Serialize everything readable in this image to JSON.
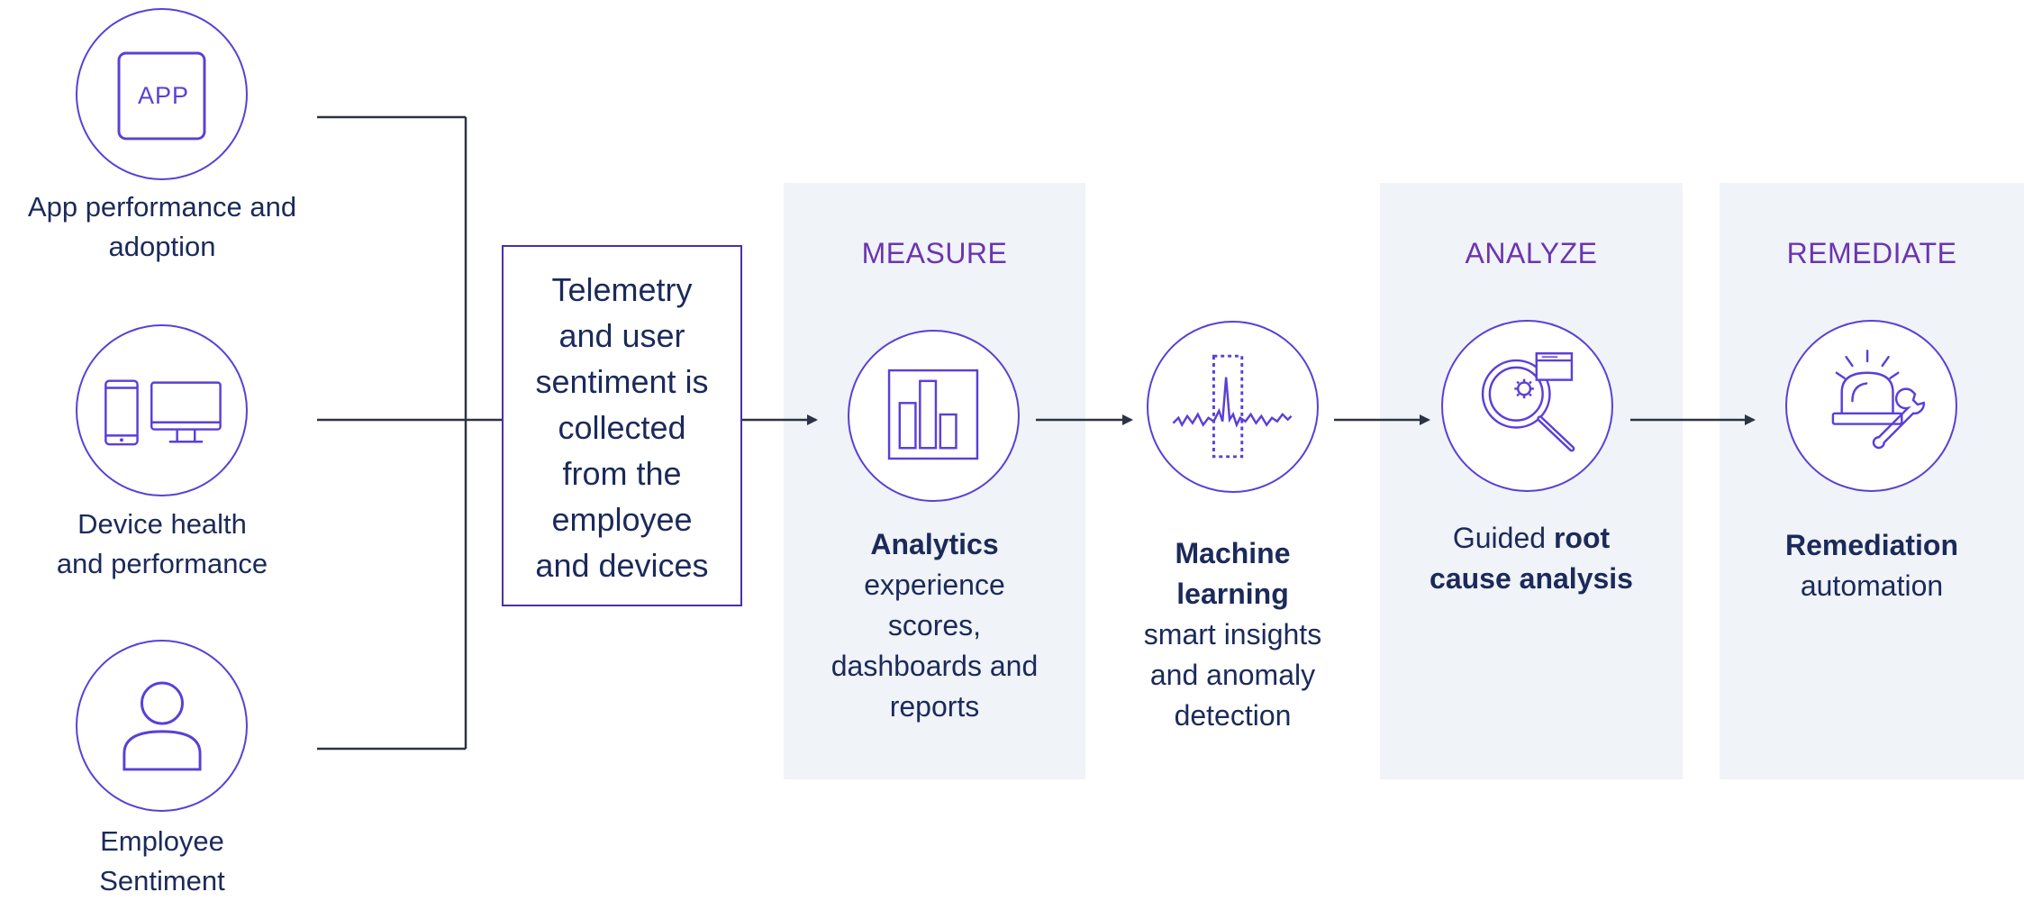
{
  "sources": [
    {
      "icon": "app-icon",
      "icon_text": "APP",
      "line1": "App performance and",
      "line2": "adoption"
    },
    {
      "icon": "devices-icon",
      "line1": "Device health",
      "line2": "and performance"
    },
    {
      "icon": "user-icon",
      "line1": "Employee",
      "line2": "Sentiment"
    }
  ],
  "telemetry": {
    "lines": [
      "Telemetry",
      "and user",
      "sentiment is",
      "collected",
      "from the",
      "employee",
      "and devices"
    ]
  },
  "stages": {
    "measure": "MEASURE",
    "analyze": "ANALYZE",
    "remediate": "REMEDIATE"
  },
  "steps": {
    "analytics": {
      "icon": "bar-chart-icon",
      "bold": "Analytics",
      "lines": [
        "experience",
        "scores,",
        "dashboards and",
        "reports"
      ]
    },
    "ml": {
      "icon": "anomaly-icon",
      "bold1": "Machine",
      "bold2": "learning",
      "lines": [
        "smart insights",
        "and anomaly",
        "detection"
      ]
    },
    "rca": {
      "icon": "magnifier-gear-icon",
      "prefix": "Guided ",
      "bold1": "root",
      "bold2": "cause analysis"
    },
    "remediation": {
      "icon": "alarm-wrench-icon",
      "bold": "Remediation",
      "lines": [
        "automation"
      ]
    }
  },
  "colors": {
    "accent": "#5b3fd6",
    "stage": "#6b35b0",
    "text": "#1b2a5a",
    "panel": "#f0f3f7",
    "line": "#2b3445"
  }
}
